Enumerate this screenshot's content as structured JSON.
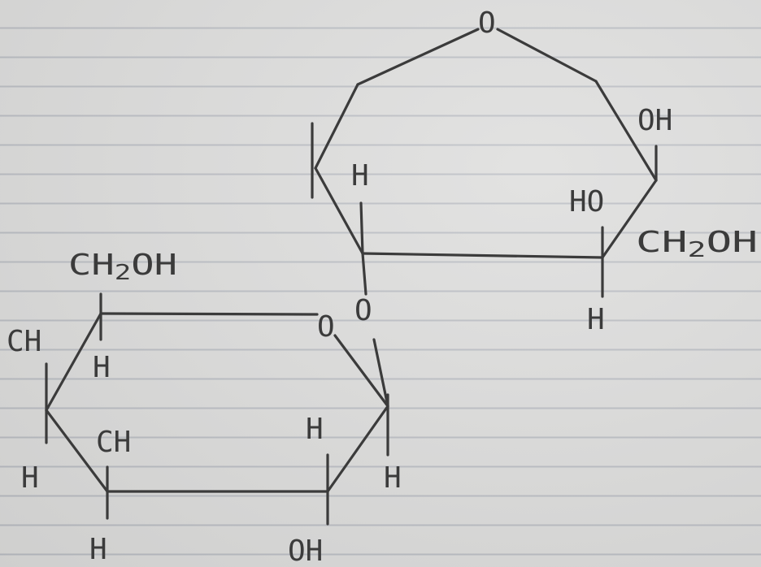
{
  "diagram": {
    "ink_color": "#3b3b3b",
    "paper_color": "#dcdcdb",
    "rule_color": "#b9bcc2",
    "upper_ring": {
      "ring_oxygen": "O",
      "c2_oh": "OH",
      "c2_ch2oh": "CH2OH",
      "c3_ho": "HO",
      "c3_h": "H",
      "c5_h": "H",
      "bridge_oxygen": "O"
    },
    "lower_ring": {
      "c6_ch2oh": "CH2OH",
      "c5_h": "H",
      "ring_oxygen": "O",
      "c4_oh": "CH",
      "c4_h": "H",
      "c3_oh": "CH",
      "c3_h": "H",
      "c2_h": "H",
      "c2_oh": "OH",
      "c1_h": "H"
    }
  }
}
